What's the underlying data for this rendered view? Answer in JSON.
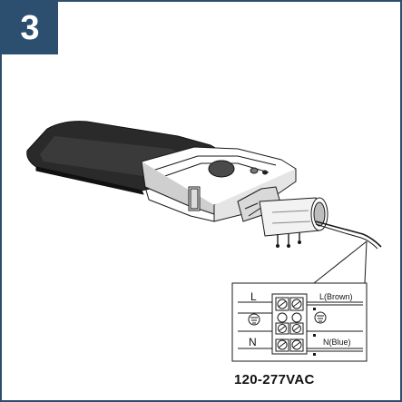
{
  "step": {
    "number": "3"
  },
  "terminal_block": {
    "left_labels": {
      "line": "L",
      "neutral": "N"
    },
    "right_labels": {
      "line": "L(Brown)",
      "neutral": "N(Blue)"
    }
  },
  "caption": {
    "voltage": "120-277VAC"
  },
  "colors": {
    "badge": "#2d4f6f",
    "frame_border": "#2d4f6f",
    "line_art": "#1a1a1a"
  }
}
